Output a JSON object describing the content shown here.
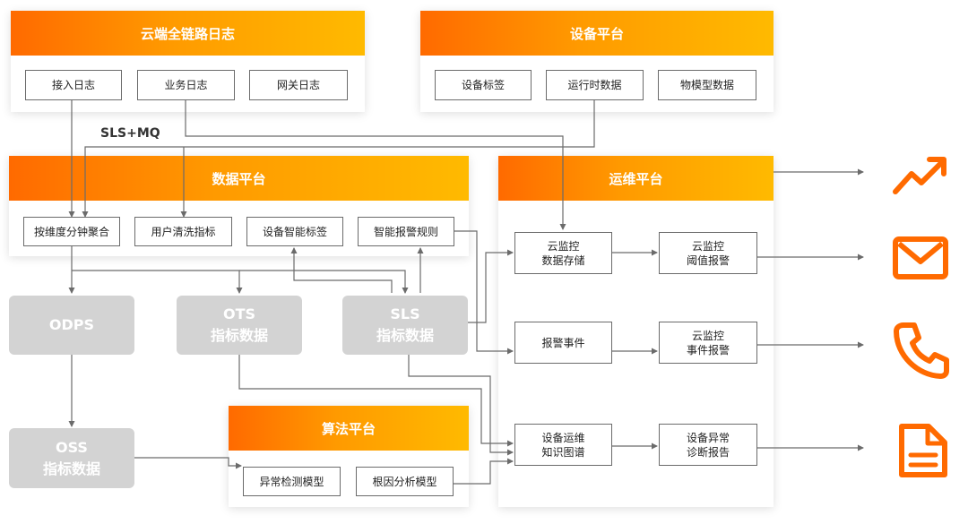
{
  "cloud_log": {
    "title": "云端全链路日志",
    "items": [
      "接入日志",
      "业务日志",
      "网关日志"
    ]
  },
  "device_platform": {
    "title": "设备平台",
    "items": [
      "设备标签",
      "运行时数据",
      "物模型数据"
    ]
  },
  "sls_mq_label": "SLS+MQ",
  "data_platform": {
    "title": "数据平台",
    "items": [
      "按维度分钟聚合",
      "用户清洗指标",
      "设备智能标签",
      "智能报警规则"
    ]
  },
  "ops_platform": {
    "title": "运维平台",
    "items": [
      "云监控\n数据存储",
      "云监控\n阈值报警",
      "报警事件",
      "云监控\n事件报警",
      "设备运维\n知识图谱",
      "设备异常\n诊断报告"
    ]
  },
  "storage": {
    "odps": "ODPS",
    "ots": "OTS\n指标数据",
    "sls": "SLS\n指标数据",
    "oss": "OSS\n指标数据"
  },
  "algo_platform": {
    "title": "算法平台",
    "items": [
      "异常检测模型",
      "根因分析模型"
    ]
  },
  "output_icons": [
    "trend-chart-icon",
    "mail-icon",
    "phone-icon",
    "document-icon"
  ],
  "colors": {
    "accent": "#ff6a00",
    "header_gradient": [
      "#ff6a00",
      "#ffba00"
    ],
    "storage_gray": "#d3d3d3",
    "line": "#6b6b6b"
  }
}
